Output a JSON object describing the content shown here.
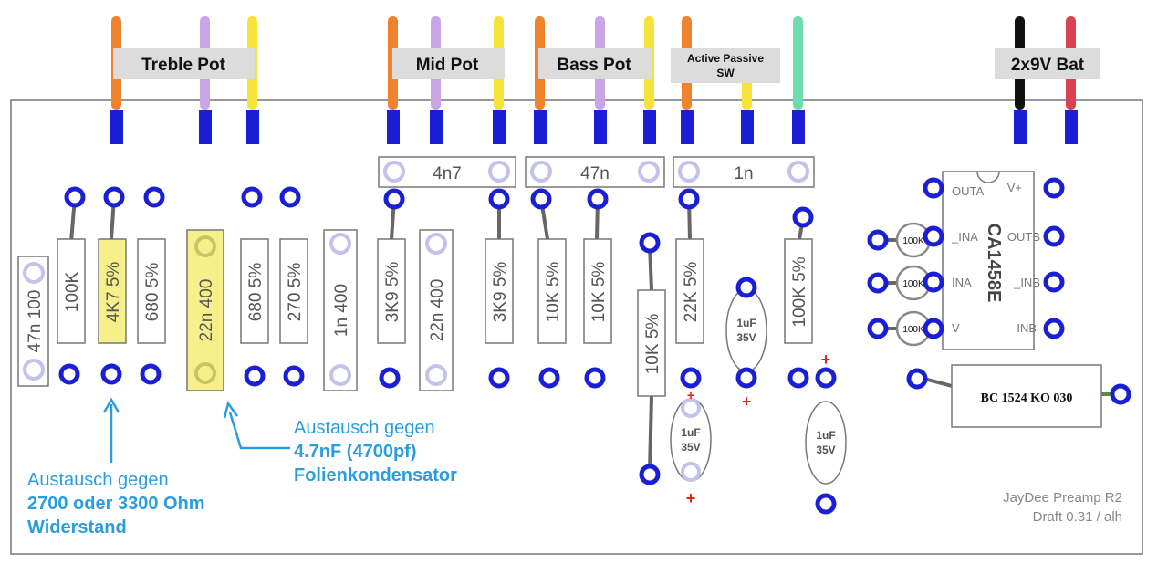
{
  "labels": {
    "treble_pot": "Treble Pot",
    "mid_pot": "Mid Pot",
    "bass_pot": "Bass Pot",
    "active_passive_1": "Active Passive",
    "active_passive_2": "SW",
    "battery": "2x9V Bat"
  },
  "caps_horizontal": {
    "c1": "4n7",
    "c2": "47n",
    "c3": "1n"
  },
  "resistors": {
    "r47n": "47n 100",
    "r100k": "100K",
    "r4k7": "4K7 5%",
    "r680a": "680 5%",
    "c22n": "22n 400",
    "r680b": "680 5%",
    "r270": "270 5%",
    "c1n": "1n 400",
    "r3k9a": "3K9 5%",
    "c22n_b": "22n 400",
    "r3k9b": "3K9 5%",
    "r10k_a": "10K 5%",
    "r10k_b": "10K 5%",
    "r10k_c": "10K 5%",
    "r22k": "22K 5%",
    "r100k_b": "100K 5%"
  },
  "electrolytics": {
    "e1_value": "1uF",
    "e1_volt": "35V",
    "e2_value": "1uF",
    "e2_volt": "35V",
    "e3_value": "1uF",
    "e3_volt": "35V",
    "plus": "+"
  },
  "ic": {
    "name": "CA1458E",
    "outa": "OUTA",
    "vplus": "V+",
    "ina_neg": "_INA",
    "outb": "OUTB",
    "ina": "INA",
    "inb_neg": "_INB",
    "vminus": "V-",
    "inb": "INB"
  },
  "small_res": {
    "a": "100K",
    "b": "100K",
    "c": "100K"
  },
  "transistor": "BC 1524 KO 030",
  "notes": {
    "left_line1": "Austausch gegen",
    "left_line2": "2700 oder 3300 Ohm",
    "left_line3": "Widerstand",
    "mid_line1": "Austausch gegen",
    "mid_line2": "4.7nF (4700pf)",
    "mid_line3": "Folienkondensator"
  },
  "credit": {
    "line1": "JayDee Preamp R2",
    "line2": "Draft 0.31 / alh"
  },
  "colors": {
    "pad_blue": "#1a1fd6",
    "pad_pale": "#c2c2ec",
    "highlight": "#f7f08a",
    "note_blue": "#2a9de0",
    "wire_orange": "#f0842e",
    "wire_purple": "#c8a6e6",
    "wire_yellow": "#f7e23a",
    "wire_teal": "#6fdcb0",
    "wire_black": "#111111",
    "wire_red": "#d8434f"
  }
}
